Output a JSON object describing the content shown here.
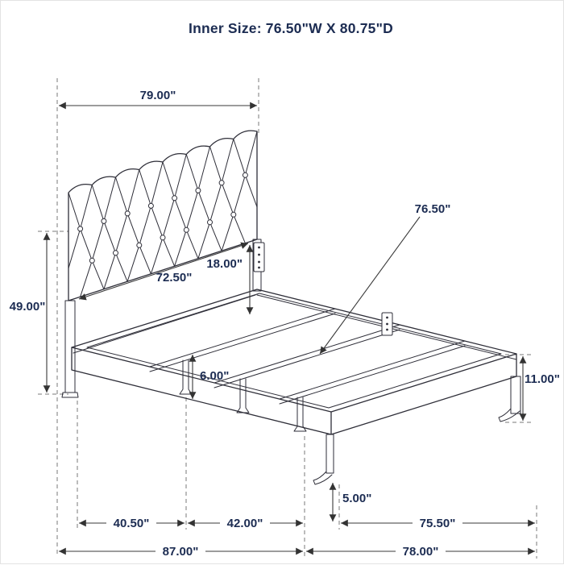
{
  "title": "Inner Size: 76.50\"W X 80.75\"D",
  "dimensions": {
    "headboard_width": "79.00\"",
    "headboard_height": "49.00\"",
    "headboard_inner_width": "72.50\"",
    "headboard_to_rail_drop": "18.00\"",
    "inner_width": "76.50\"",
    "center_leg_height": "6.00\"",
    "side_rail_leg_height": "11.00\"",
    "foot_leg_height": "5.00\"",
    "leg_spacing_head": "40.50\"",
    "leg_spacing_mid": "42.00\"",
    "leg_spacing_side": "75.50\"",
    "overall_length": "87.00\"",
    "base_length": "78.00\""
  },
  "colors": {
    "line": "#2e2e38",
    "dimension": "#3a3a3a",
    "text": "#1c2c52",
    "background": "#ffffff"
  }
}
